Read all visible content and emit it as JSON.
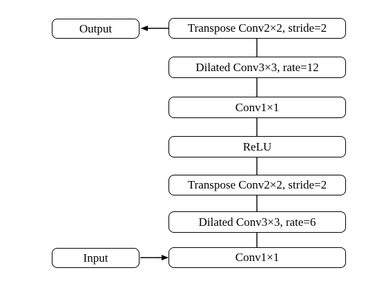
{
  "diagram": {
    "nodes": {
      "output": "Output",
      "input": "Input",
      "layer1": "Transpose Conv2×2, stride=2",
      "layer2": "Dilated Conv3×3, rate=12",
      "layer3": "Conv1×1",
      "layer4": "ReLU",
      "layer5": "Transpose Conv2×2, stride=2",
      "layer6": "Dilated Conv3×3, rate=6",
      "layer7": "Conv1×1"
    }
  }
}
